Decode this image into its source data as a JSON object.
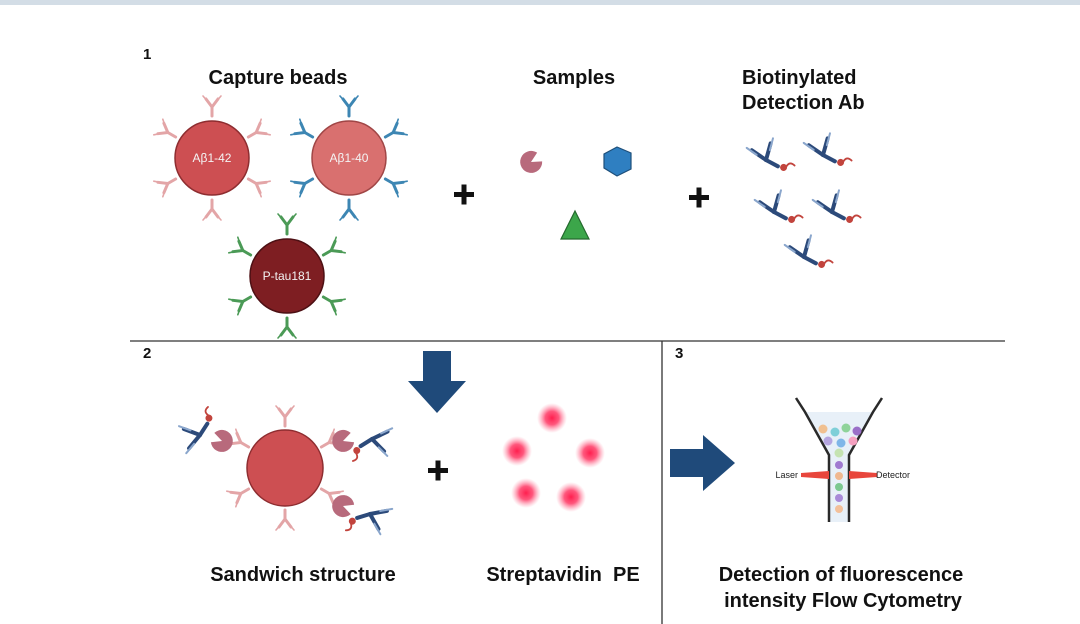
{
  "panel1": {
    "number": "1",
    "capture_title": "Capture beads",
    "samples_title": "Samples",
    "detection_title_line1": "Biotinylated",
    "detection_title_line2": "Detection Ab",
    "beads": [
      {
        "label": "Aβ1-42",
        "color": "#cd4f52",
        "ab_color": "#e3a5a7"
      },
      {
        "label": "Aβ1-40",
        "color": "#d9706f",
        "ab_color": "#3d86b3"
      },
      {
        "label": "P-tau181",
        "color": "#7e1e22",
        "ab_color": "#4b9a56"
      }
    ]
  },
  "panel2": {
    "number": "2",
    "sandwich_label": "Sandwich structure",
    "streptavidin_label": "Streptavidin  PE"
  },
  "panel3": {
    "number": "3",
    "title_line1": "Detection of fluorescence",
    "title_line2": "intensity Flow Cytometry",
    "laser_label": "Laser",
    "detector_label": "Detector"
  },
  "colors": {
    "arrow": "#1f4a7a",
    "divider": "#333333",
    "sample_blue": "#2f7fc1",
    "sample_green": "#3ca64a",
    "sample_pink": "#b86a7c",
    "pe_glow": "#ff2a55",
    "detection_ab": "#2c4a7a",
    "biotin": "#c2443d"
  }
}
